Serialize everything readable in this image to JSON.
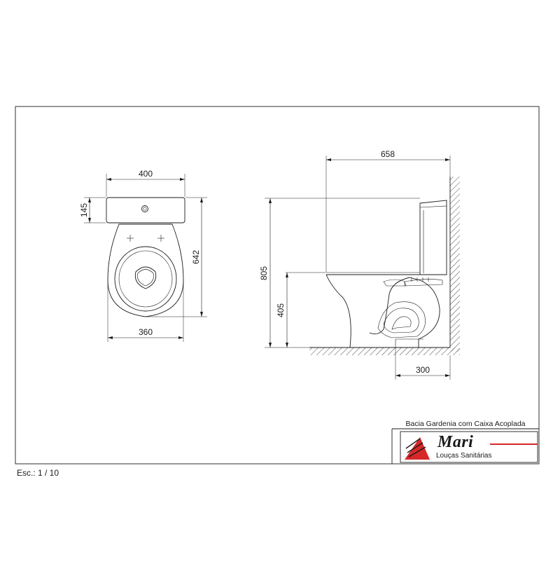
{
  "drawing": {
    "scale": "Esc.: 1 / 10",
    "product_title": "Bacia Gardenia com Caixa Acoplada",
    "brand": {
      "name": "Mari",
      "subtitle": "Louças Sanitárias",
      "accent_color": "#d62828"
    }
  },
  "top_view": {
    "dim_width_tank": "400",
    "dim_depth_tank": "145",
    "dim_total_depth": "642",
    "dim_width_bowl": "360"
  },
  "side_view": {
    "dim_total_length": "658",
    "dim_total_height": "805",
    "dim_seat_height": "405",
    "dim_outlet_distance": "300"
  }
}
